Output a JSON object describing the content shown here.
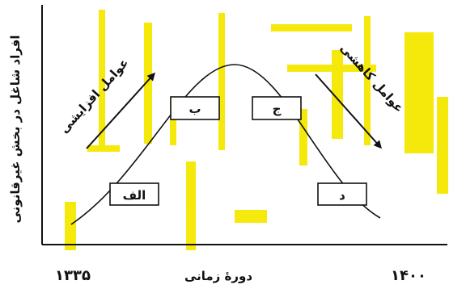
{
  "colors": {
    "watermark": "#f5e800",
    "ink": "#111111",
    "background": "#ffffff"
  },
  "diagram": {
    "y_axis_label": "افراد شاغل در بخش غیرقانونی",
    "x_axis_label": "دورهٔ زمانی",
    "x_start_label": "۱۳۳۵",
    "x_end_label": "۱۴۰۰",
    "increasing_factors": "عوامل افزایشی",
    "decreasing_factors": "عوامل کاهشی",
    "boxes": {
      "alef": "الف",
      "be": "ب",
      "jim": "ج",
      "dal": "د"
    }
  }
}
